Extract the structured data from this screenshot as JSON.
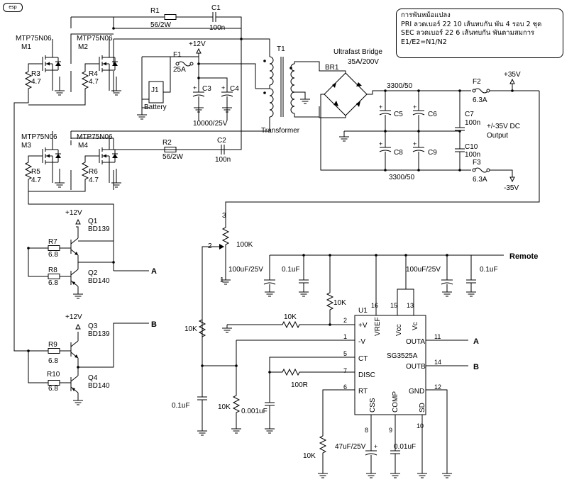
{
  "logo": "esp",
  "note": {
    "line1": "การพันหม้อแปลง",
    "line2": "PRI ลวดเบอร์ 22 10 เส้นทบกัน พัน 4 รอบ 2 ชุด",
    "line3": "SEC ลวดเบอร์ 22 6 เส้นทบกัน พันตามสมการ",
    "line4": "E1/E2=N1/N2"
  },
  "mosfets": {
    "m1": {
      "part": "MTP75N06",
      "ref": "M1"
    },
    "m2": {
      "part": "MTP75N06",
      "ref": "M2"
    },
    "m3": {
      "part": "MTP75N06",
      "ref": "M3"
    },
    "m4": {
      "part": "MTP75N06",
      "ref": "M4"
    }
  },
  "resistors": {
    "r1": {
      "ref": "R1",
      "value": "56/2W"
    },
    "r2": {
      "ref": "R2",
      "value": "56/2W"
    },
    "r3": {
      "ref": "R3",
      "value": "4.7"
    },
    "r4": {
      "ref": "R4",
      "value": "4.7"
    },
    "r5": {
      "ref": "R5",
      "value": "4.7"
    },
    "r6": {
      "ref": "R6",
      "value": "4.7"
    },
    "r7": {
      "ref": "R7",
      "value": "6.8"
    },
    "r8": {
      "ref": "R8",
      "value": "6.8"
    },
    "r9": {
      "ref": "R9",
      "value": "6.8"
    },
    "r10": {
      "ref": "R10",
      "value": "6.8"
    },
    "r_10k_a": "10K",
    "r_10k_b": "10K",
    "r_10k_c": "10K",
    "r_10k_d": "10K",
    "r_10k_e": "10K",
    "r_100r": "100R",
    "pot": "100K",
    "pot_pin3": "3",
    "pot_pin2": "2",
    "pot_pin1": "1"
  },
  "capacitors": {
    "c1": {
      "ref": "C1",
      "value": "100n"
    },
    "c2": {
      "ref": "C2",
      "value": "100n"
    },
    "c3": "C3",
    "c4": "C4",
    "c34_value": "10000/25V",
    "c5": "C5",
    "c6": "C6",
    "c7": {
      "ref": "C7",
      "value": "100n"
    },
    "c8": "C8",
    "c9": "C9",
    "c10": {
      "ref": "C10",
      "value": "100n"
    },
    "c_top_value": "3300/50",
    "c_bot_value": "3300/50",
    "c_100u_a": "100uF/25V",
    "c_01u_a": "0.1uF",
    "c_100u_b": "100uF/25V",
    "c_01u_b": "0.1uF",
    "c_01u_ct": "0.1uF",
    "c_001u": "0.001uF",
    "c_47u": "47uF/25V",
    "c_001u_comp": "0.01uF"
  },
  "fuses": {
    "f1": {
      "ref": "F1",
      "value": "25A"
    },
    "f2": {
      "ref": "F2",
      "value": "6.3A"
    },
    "f3": {
      "ref": "F3",
      "value": "6.3A"
    }
  },
  "transistors": {
    "q1": {
      "ref": "Q1",
      "part": "BD139"
    },
    "q2": {
      "ref": "Q2",
      "part": "BD140"
    },
    "q3": {
      "ref": "Q3",
      "part": "BD139"
    },
    "q4": {
      "ref": "Q4",
      "part": "BD140"
    }
  },
  "supply": {
    "plus12_top": "+12V",
    "plus12_q1": "+12V",
    "plus12_q3": "+12V",
    "plus35": "+35V",
    "minus35": "-35V",
    "output_line1": "+/-35V DC",
    "output_line2": "Output"
  },
  "battery": {
    "ref": "J1",
    "label": "Battery"
  },
  "transformer": {
    "ref": "T1",
    "label": "Transformer"
  },
  "bridge": {
    "title": "Ultrafast Bridge",
    "rating": "35A/200V",
    "ref": "BR1"
  },
  "signals": {
    "a_left": "A",
    "b_left": "B",
    "a_right": "A",
    "b_right": "B",
    "remote": "Remote"
  },
  "ic": {
    "ref": "U1",
    "part": "SG3525A",
    "pins": {
      "inv_plus": "+V",
      "inv_minus": "-V",
      "ct": "CT",
      "disc": "DISC",
      "rt": "RT",
      "vref": "VREF",
      "vcc": "Vcc",
      "vc": "Vc",
      "outa": "OUTA",
      "outb": "OUTB",
      "gnd": "GND",
      "css": "CSS",
      "comp": "COMP",
      "sd": "SD"
    },
    "pin_numbers": {
      "p2": "2",
      "p1": "1",
      "p5": "5",
      "p7": "7",
      "p6": "6",
      "p16": "16",
      "p15": "15",
      "p13": "13",
      "p11": "11",
      "p14": "14",
      "p12": "12",
      "p8": "8",
      "p9": "9",
      "p10": "10"
    }
  }
}
